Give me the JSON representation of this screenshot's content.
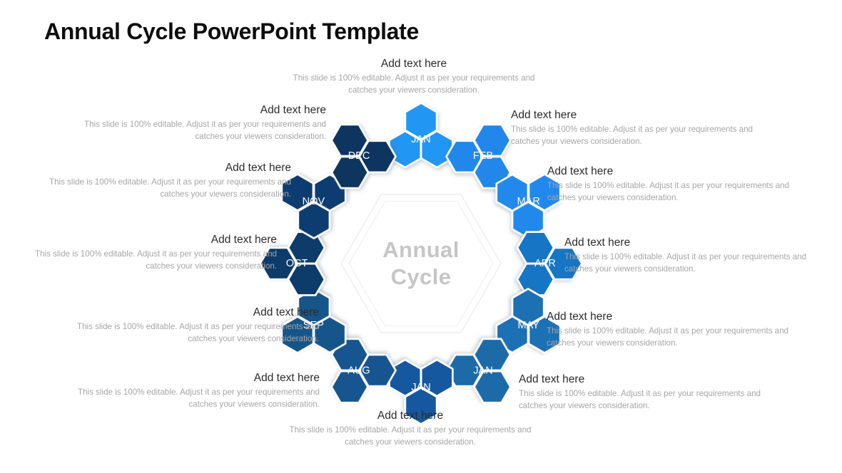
{
  "title": "Annual Cycle PowerPoint Template",
  "center": {
    "line1": "Annual",
    "line2": "Cycle"
  },
  "body_text": "This slide is 100% editable. Adjust it as per your requirements  and catches your viewers consideration.",
  "heading_text": "Add text here",
  "colors": {
    "jan": "#2196f3",
    "feb": "#2487eb",
    "mar": "#2489ec",
    "apr": "#1774c4",
    "may": "#1d6fb4",
    "jun": "#1b6aa8",
    "jul": "#17599f",
    "aug": "#16548f",
    "sep": "#175489",
    "oct": "#103a6b",
    "nov": "#113d6f",
    "dec": "#0e3560",
    "center_text": "#c6c6c6",
    "heading_text": "#2b2b2b",
    "body_text": "#a6a6a6",
    "title_text": "#0d0d0d",
    "background": "#ffffff"
  },
  "wheel": {
    "segments": [
      {
        "id": "jan",
        "month": "JAN",
        "angle": 0,
        "color_key": "jan"
      },
      {
        "id": "feb",
        "month": "FEB",
        "angle": 30,
        "color_key": "feb"
      },
      {
        "id": "mar",
        "month": "MAR",
        "angle": 60,
        "color_key": "mar"
      },
      {
        "id": "apr",
        "month": "APR",
        "angle": 90,
        "color_key": "apr"
      },
      {
        "id": "may",
        "month": "MAY",
        "angle": 120,
        "color_key": "may"
      },
      {
        "id": "jun",
        "month": "JAN",
        "angle": 150,
        "color_key": "jun"
      },
      {
        "id": "jul",
        "month": "JAN",
        "angle": 180,
        "color_key": "jul"
      },
      {
        "id": "aug",
        "month": "AUG",
        "angle": 210,
        "color_key": "aug"
      },
      {
        "id": "sep",
        "month": "SEP",
        "angle": 240,
        "color_key": "sep"
      },
      {
        "id": "oct",
        "month": "OCT",
        "angle": 270,
        "color_key": "oct"
      },
      {
        "id": "nov",
        "month": "NOV",
        "angle": 300,
        "color_key": "nov"
      },
      {
        "id": "dec",
        "month": "DEC",
        "angle": 330,
        "color_key": "dec"
      }
    ]
  },
  "callouts": [
    {
      "id": "top",
      "heading": "Add text here",
      "body": "This slide is 100% editable.  Adjust it as per your requirements  and catches your viewers consideration."
    },
    {
      "id": "right-1",
      "heading": "Add text here",
      "body": "This slide is 100% editable. Adjust it as per your requirements  and catches your viewers consideration."
    },
    {
      "id": "right-2",
      "heading": "Add text here",
      "body": "This slide is 100% editable. Adjust it as per your requirements  and catches your viewers consideration."
    },
    {
      "id": "right-3",
      "heading": "Add text here",
      "body": "This slide is 100% editable. Adjust it as per your requirements  and catches your viewers consideration."
    },
    {
      "id": "right-4",
      "heading": "Add text here",
      "body": "This slide is 100% editable. Adjust it as per your requirements  and catches your viewers consideration."
    },
    {
      "id": "right-5",
      "heading": "Add text here",
      "body": "This slide is 100% editable. Adjust it as per your requirements  and catches your viewers consideration."
    },
    {
      "id": "bottom",
      "heading": "Add text here",
      "body": "This slide is 100% editable. Adjust it as per your requirements  and catches your viewers consideration."
    },
    {
      "id": "left-5",
      "heading": "Add text here",
      "body": "This slide is 100% editable. Adjust it as per your requirements  and catches your viewers consideration."
    },
    {
      "id": "left-4",
      "heading": "Add text here",
      "body": "This slide is 100% editable. Adjust it as per your requirements  and catches your viewers consideration."
    },
    {
      "id": "left-3",
      "heading": "Add text here",
      "body": "This slide is 100% editable. Adjust it as per your requirements  and catches your viewers consideration."
    },
    {
      "id": "left-2",
      "heading": "Add text here",
      "body": "This slide is 100% editable. Adjust it as per your requirements  and catches your viewers consideration."
    },
    {
      "id": "left-1",
      "heading": "Add text here",
      "body": "This slide is 100% editable.  Adjust it as per your requirements  and catches your viewers consideration."
    }
  ]
}
